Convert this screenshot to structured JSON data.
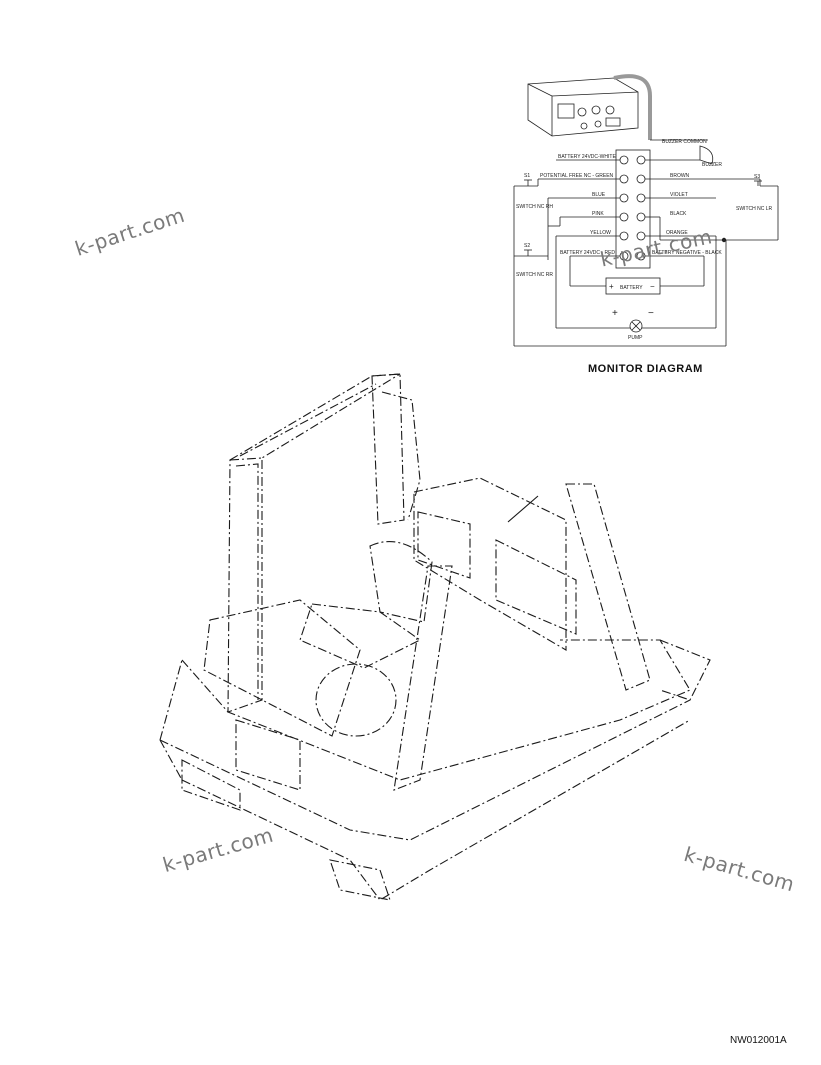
{
  "monitor_diagram": {
    "title": "MONITOR DIAGRAM",
    "left_labels": {
      "battery_white": "BATTERY 24VDC-WHITE",
      "potential_green": "POTENTIAL FREE NC - GREEN",
      "blue": "BLUE",
      "pink": "PINK",
      "yellow": "YELLOW",
      "battery_red": "BATTERY 24VDC - RED"
    },
    "right_labels": {
      "buzzer_common": "BUZZER COMMON",
      "buzzer": "BUZZER",
      "brown": "BROWN",
      "violet": "VIOLET",
      "black": "BLACK",
      "orange": "ORANGE",
      "battery_negative": "BATTERY NEGATIVE - BLACK"
    },
    "switches": {
      "s1_tag": "S1",
      "s1_name": "SWITCH NC RH",
      "s2_tag": "S2",
      "s2_name": "SWITCH NC RR",
      "s3_tag": "S3",
      "s3_name": "SWITCH NC LR"
    },
    "battery": {
      "label": "BATTERY",
      "plus": "+",
      "minus": "−"
    },
    "pump": {
      "label": "PUMP",
      "plus": "+",
      "minus": "−"
    }
  },
  "watermarks": [
    "k-part.com",
    "k-part.com",
    "k-part.com",
    "k-part.com"
  ],
  "figure_code": "NW012001A"
}
